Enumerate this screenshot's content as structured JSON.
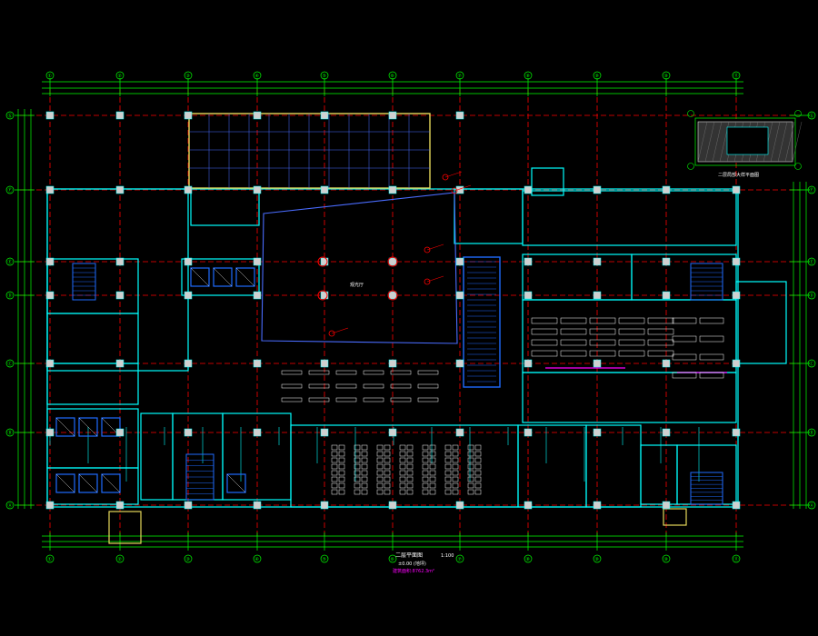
{
  "drawing": {
    "colors": {
      "background": "#000000",
      "axis_green": "#00ff00",
      "wall_cyan": "#00ffff",
      "grid_red": "#ff0000",
      "column_white": "#d0d0d0",
      "furniture_white": "#ffffff",
      "roof_yellow": "#e6d85a",
      "blue_line": "#4a6cff",
      "stair_blue": "#1f6bff",
      "magenta": "#ff00ff"
    },
    "axis_labels_top": [
      "①",
      "②",
      "③",
      "④",
      "⑤",
      "⑥",
      "⑦",
      "⑧",
      "⑨",
      "⑩",
      "⑪"
    ],
    "axis_labels_side": [
      "Ⓐ",
      "Ⓑ",
      "Ⓒ",
      "Ⓓ",
      "Ⓔ",
      "Ⓕ",
      "Ⓖ"
    ],
    "title": "二层平面图",
    "scale": "1:100",
    "subtitle": "±0.00 (地坪)",
    "note": "建筑面积:8762.3m²",
    "inset_title": "二层局部大样平面图",
    "room_label": "观光厅"
  }
}
